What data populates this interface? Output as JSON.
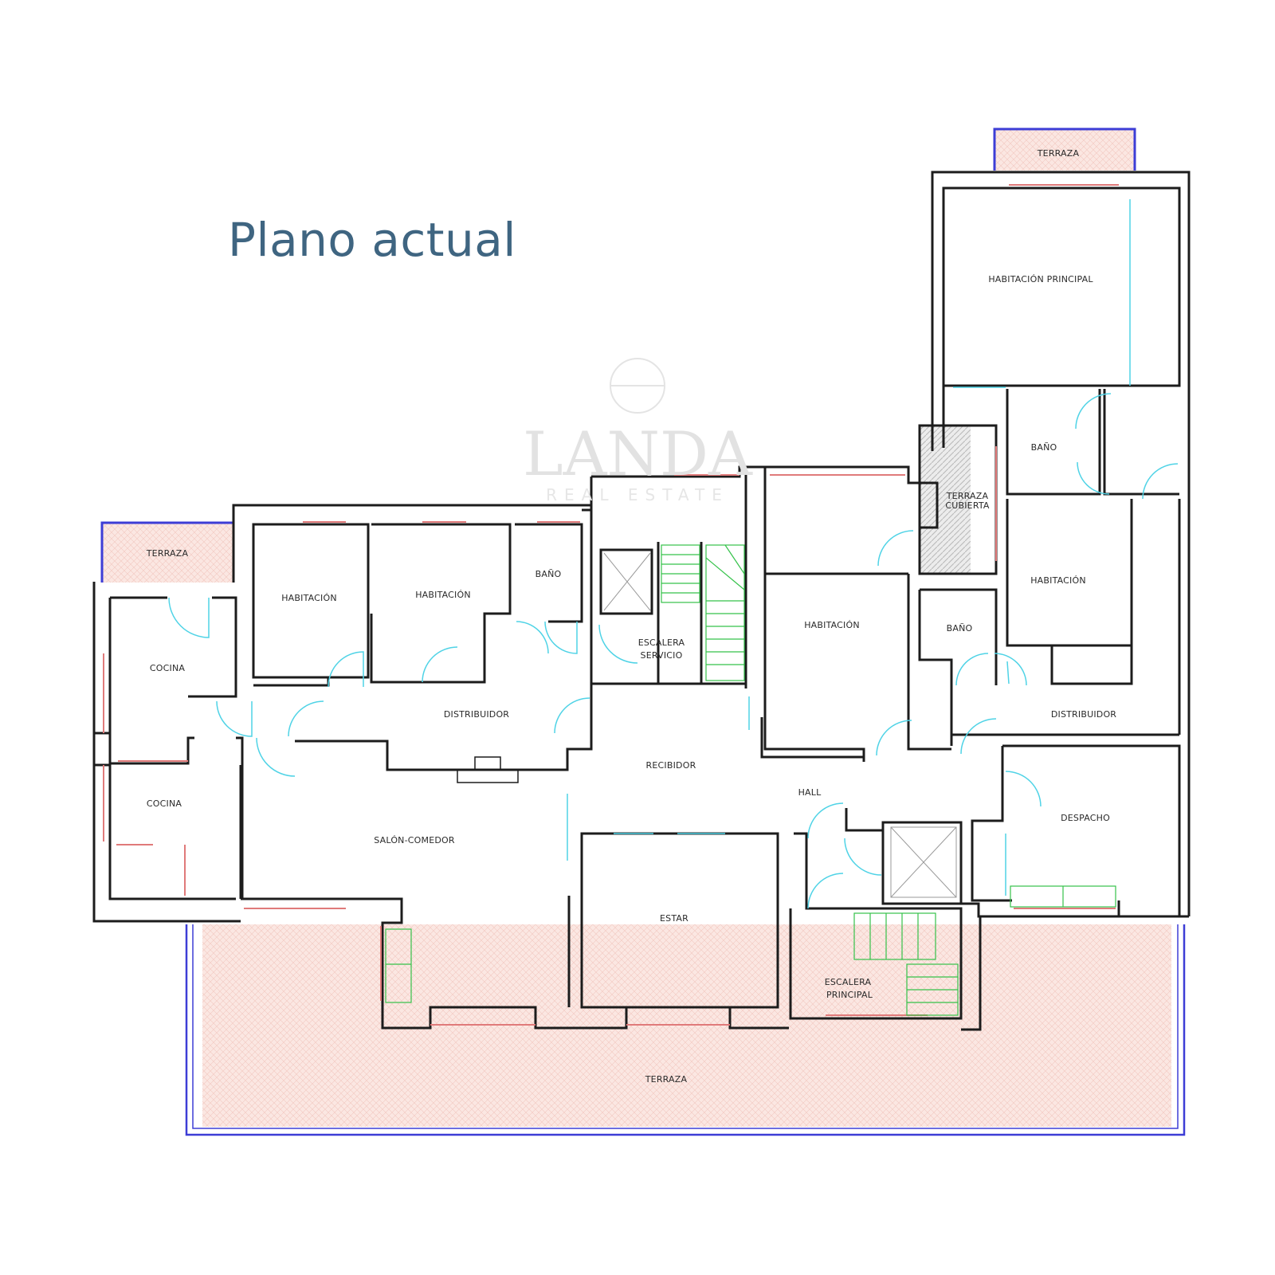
{
  "title": "Plano actual",
  "watermark": {
    "brand": "LANDA",
    "tagline": "REAL ESTATE"
  },
  "rooms": {
    "terraza_top": "TERRAZA",
    "habitacion_principal": "HABITACIÓN PRINCIPAL",
    "bano_1": "BAÑO",
    "terraza_cubierta_1": "TERRAZA",
    "terraza_cubierta_2": "CUBIERTA",
    "habitacion_right": "HABITACIÓN",
    "bano_2": "BAÑO",
    "habitacion_center": "HABITACIÓN",
    "distribuidor_right": "DISTRIBUIDOR",
    "despacho": "DESPACHO",
    "hall": "HALL",
    "escalera_principal_1": "ESCALERA",
    "escalera_principal_2": "PRINCIPAL",
    "estar": "ESTAR",
    "recibidor": "RECIBIDOR",
    "escalera_servicio_1": "ESCALERA",
    "escalera_servicio_2": "SERVICIO",
    "bano_3": "BAÑO",
    "habitacion_2": "HABITACIÓN",
    "habitacion_1": "HABITACIÓN",
    "distribuidor_left": "DISTRIBUIDOR",
    "salon_comedor": "SALÓN-COMEDOR",
    "terraza_left": "TERRAZA",
    "cocina_1": "COCINA",
    "cocina_2": "COCINA",
    "terraza_bottom": "TERRAZA"
  },
  "colors": {
    "wall": "#1c1c1c",
    "terrace_fill": "#fbe7e2",
    "terrace_border": "#3d3dd6",
    "window": "#e07a7a",
    "door": "#4fd3e6",
    "stairs": "#35c24a",
    "title": "#3f6581"
  }
}
